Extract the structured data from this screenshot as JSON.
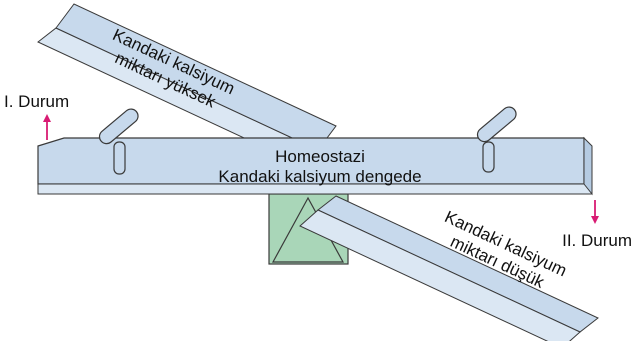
{
  "diagram": {
    "center_line1": "Homeostazi",
    "center_line2": "Kandaki kalsiyum dengede",
    "state_1_label": "I. Durum",
    "state_2_label": "II. Durum",
    "high_line1": "Kandaki kalsiyum",
    "high_line2": "miktarı yüksek",
    "low_line1": "Kandaki kalsiyum",
    "low_line2": "miktarı düşük"
  },
  "colors": {
    "plank_fill": "#c7d9ec",
    "plank_edge": "#dbe7f3",
    "outline": "#3a3a3a",
    "fulcrum_fill": "#a9d6b8",
    "arrow": "#d81b73"
  }
}
